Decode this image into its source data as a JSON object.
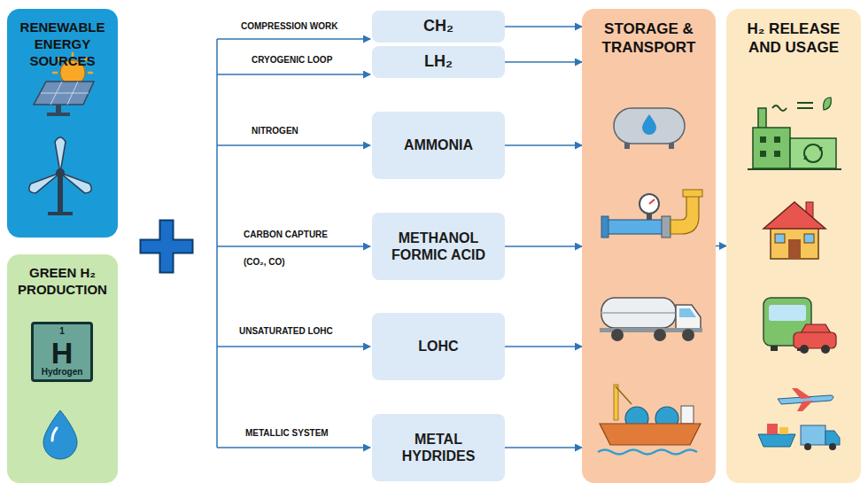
{
  "diagram": {
    "nodes": [
      {
        "text": [
          "RENEWABLE ENERGY SOURCES"
        ]
      },
      {
        "text": [
          "GREEN H₂ PRODUCTION"
        ]
      },
      {
        "text": [
          "1",
          "H",
          "Hydrogen"
        ],
        "in": 1
      },
      {
        "text": [
          "CH₂"
        ]
      },
      {
        "text": [
          "LH₂"
        ]
      },
      {
        "text": [
          "AMMONIA"
        ]
      },
      {
        "text": [
          "METHANOL FORMIC ACID"
        ]
      },
      {
        "text": [
          "LOHC"
        ]
      },
      {
        "text": [
          "METAL HYDRIDES"
        ]
      },
      {
        "text": [
          "STORAGE & TRANSPORT"
        ]
      },
      {
        "text": [
          "H₂ RELEASE AND USAGE"
        ]
      }
    ],
    "edges": [
      {
        "from": 3,
        "to": 9,
        "arrow": "to"
      },
      {
        "from": 4,
        "to": 9,
        "arrow": "to"
      },
      {
        "from": 5,
        "to": 9,
        "arrow": "to"
      },
      {
        "from": 6,
        "to": 9,
        "arrow": "to"
      },
      {
        "from": 7,
        "to": 9,
        "arrow": "to"
      },
      {
        "from": 8,
        "to": 9,
        "arrow": "to"
      },
      {
        "from": 9,
        "to": 10,
        "arrow": "to"
      }
    ],
    "labels": [
      "COMPRESSION WORK",
      "CRYOGENIC LOOP",
      "NITROGEN",
      "CARBON CAPTURE",
      "(CO₂, CO)",
      "UNSATURATED LOHC",
      "METALLIC SYSTEM"
    ]
  }
}
